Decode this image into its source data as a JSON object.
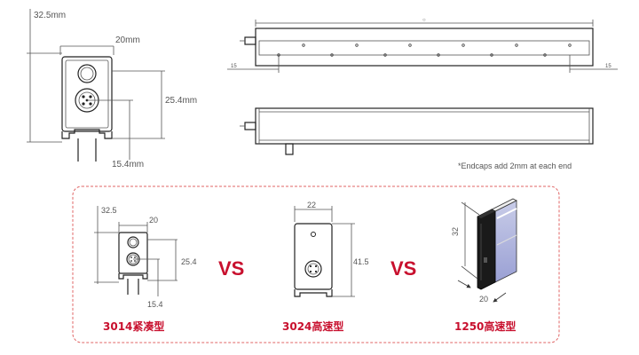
{
  "top_profile": {
    "height_label": "32.5mm",
    "width_label": "20mm",
    "connector_label": "25.4mm",
    "bottom_label": "15.4mm"
  },
  "bar_top": {
    "length_label": "○",
    "left_end_label": "15",
    "right_end_label": "15"
  },
  "endcaps_note": "*Endcaps add 2mm at each end",
  "comparison": {
    "p1": {
      "h": "32.5",
      "w": "20",
      "conn": "25.4",
      "b": "15.4",
      "caption": "3014紧凑型"
    },
    "vs1": "VS",
    "p2": {
      "w": "22",
      "h": "41.5",
      "caption": "3024高速型"
    },
    "vs2": "VS",
    "p3": {
      "h": "32",
      "w": "20",
      "caption": "1250高速型"
    }
  },
  "colors": {
    "accent": "#c8102e",
    "frame": "#e06666"
  }
}
